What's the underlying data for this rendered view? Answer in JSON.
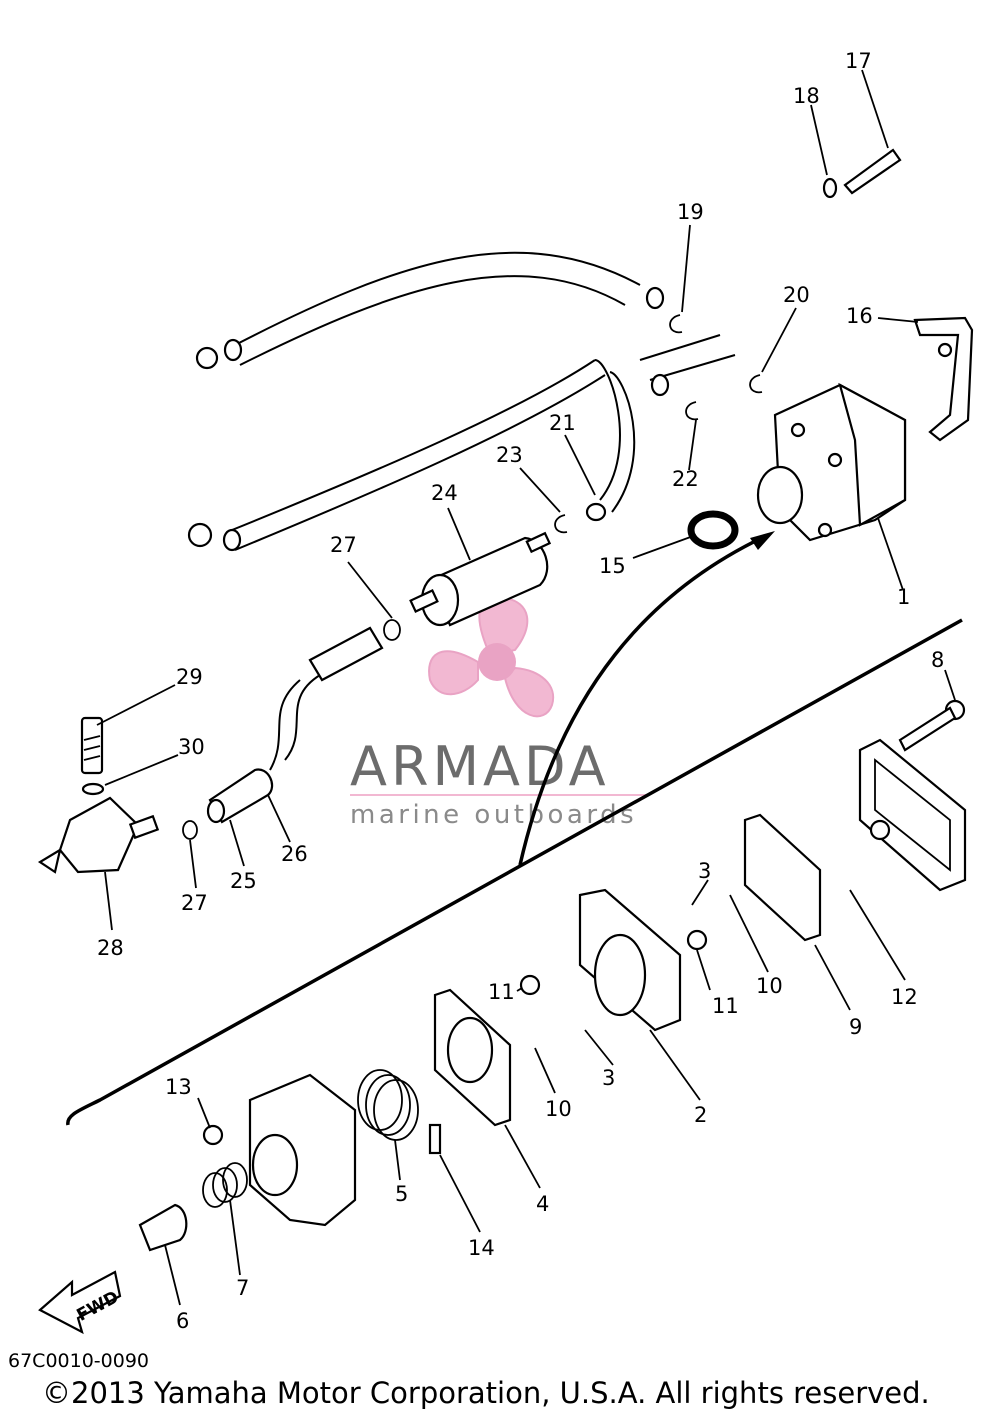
{
  "diagram": {
    "part_numbers": [
      "17",
      "18",
      "19",
      "20",
      "16",
      "21",
      "23",
      "24",
      "27",
      "22",
      "15",
      "1",
      "29",
      "30",
      "8",
      "27",
      "25",
      "26",
      "3",
      "28",
      "10",
      "11",
      "11",
      "3",
      "12",
      "9",
      "13",
      "10",
      "2",
      "5",
      "4",
      "14",
      "7",
      "6"
    ],
    "fwd_label": "FWD",
    "diagram_code": "67C0010-0090",
    "copyright": "©2013 Yamaha Motor Corporation, U.S.A. All rights reserved."
  },
  "watermark": {
    "name": "ARMADA",
    "tagline": "marine outboards",
    "colors": {
      "propeller": "#f2b8d2",
      "hub": "#e9a3c4",
      "text": "#6c6c6c"
    }
  }
}
